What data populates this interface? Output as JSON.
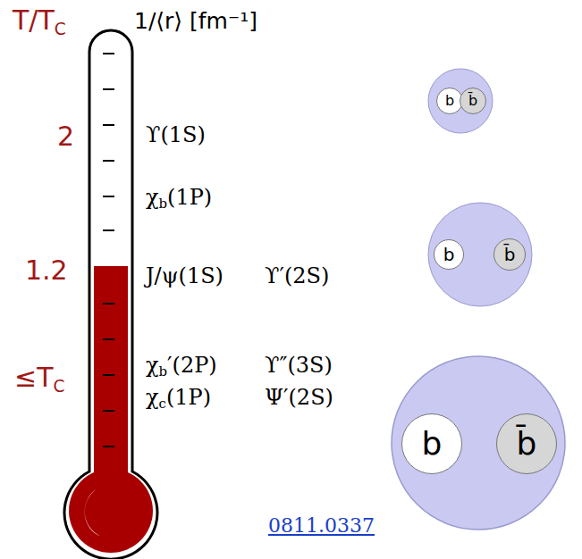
{
  "diagram": {
    "nodes": [
      {
        "text": [
          "b"
        ]
      },
      {
        "text": [
          "b̄"
        ]
      },
      {
        "text": [
          "b"
        ]
      },
      {
        "text": [
          "b̄"
        ]
      },
      {
        "text": [
          "b"
        ]
      },
      {
        "text": [
          "b̄"
        ]
      }
    ],
    "labels": [
      "T/T",
      "C",
      "1/⟨r⟩ [fm⁻¹]",
      "2",
      "ϒ(1S)",
      "χ",
      "b",
      "(1P)",
      "1.2",
      "J/ψ(1S)",
      "ϒ′(2S)",
      "≤T",
      "C",
      "χ",
      "b",
      "′(2P)",
      "ϒ″(3S)",
      "χ",
      "c",
      "(1P)",
      "Ψ′(2S)",
      "0811.0337"
    ]
  }
}
